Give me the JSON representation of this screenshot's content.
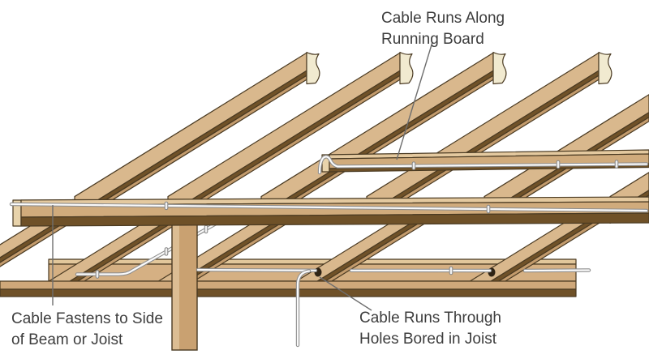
{
  "labels": {
    "running_board": {
      "line1": "Cable Runs Along",
      "line2": "Running Board"
    },
    "beam_fasten": {
      "line1": "Cable Fastens to Side",
      "line2": "of Beam or Joist"
    },
    "bored_holes": {
      "line1": "Cable Runs Through",
      "line2": "Holes Bored in Joist"
    }
  },
  "colors": {
    "background": "#ffffff",
    "wood_light": "#d9b88d",
    "wood_mid": "#d0ab7c",
    "wood_top_strip": "#e4c99f",
    "wood_dark": "#6f5128",
    "wood_stripe": "#c39b6c",
    "wood_cream": "#f1ead0",
    "wood_end": "#e8d3ab",
    "blocking_top": "#e2c79b",
    "blocking_face": "#d5b083",
    "plate_face": "#cfa87a",
    "plate_dark": "#6f5128",
    "post_face": "#c9a171",
    "post_light": "#dcbd93",
    "outline": "#4a3a22",
    "cable_core": "#fafafa",
    "cable_edge": "#8e8e8e",
    "clip_fill": "#f0f0f0",
    "clip_edge": "#858585",
    "hole": "#2f2415",
    "leader": "#6e6e6e",
    "text": "#3d3d3d"
  }
}
